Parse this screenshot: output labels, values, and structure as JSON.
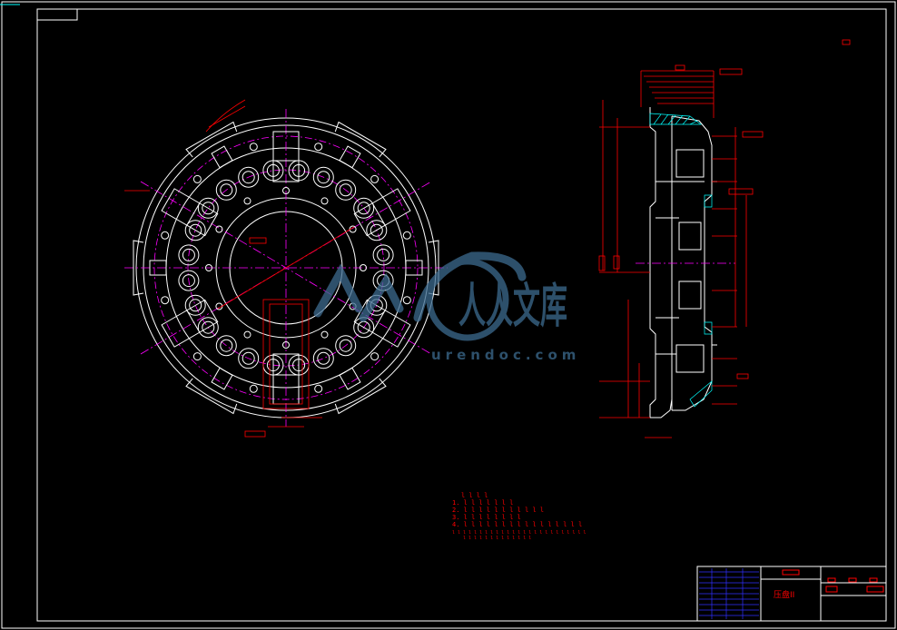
{
  "drawing": {
    "part_name": "压盘II",
    "notes": [
      "l l l l",
      "1. l l l l l l l",
      "2. l l l l l l l l l l l",
      "3. l l l l l l l l",
      "4. l l l l l l l l l l l l l l l l",
      "l l l l l l l l l l l l l l l l l l l l l l l l l",
      "l l l l l l l l l l l l l"
    ]
  },
  "watermark": {
    "logo_text": "人人文库",
    "url_text": "urendoc.com"
  },
  "colors": {
    "background": "#000000",
    "outline": "#ffffff",
    "dimension": "#ff0000",
    "centerline": "#ff00ff",
    "hatch": "#00ffff",
    "titleblock_blue": "#3030ff",
    "watermark": "#3d6b8f"
  }
}
